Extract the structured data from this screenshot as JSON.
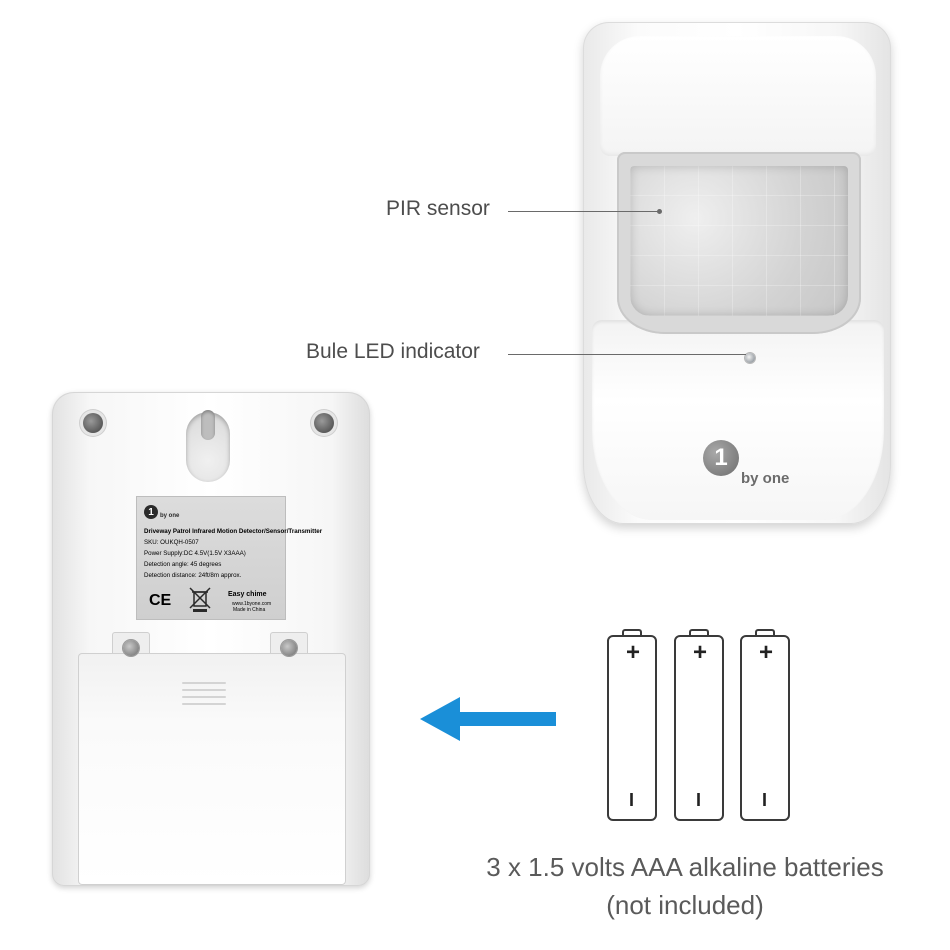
{
  "callouts": {
    "pir_sensor": "PIR sensor",
    "led_indicator": "Bule LED indicator"
  },
  "front_logo": {
    "mark": "1",
    "text": "by one"
  },
  "label_plate": {
    "logo_mark": "1",
    "logo_text": "by one",
    "lines": [
      "Driveway Patrol Infrared Motion Detector/Sensor/Transmitter",
      "SKU: OUKQH-0507",
      "Power Supply:DC 4.5V(1.5V X3AAA)",
      "Detection angle: 45 degrees",
      "Detection distance: 24ft/8m approx."
    ],
    "ce_mark": "CE",
    "brand": "Easy chime",
    "url": "www.1byone.com",
    "made_in": "Made in China"
  },
  "batteries": {
    "count": 3,
    "positive_sign": "+",
    "negative_sign": "I"
  },
  "caption": {
    "line1": "3 x 1.5 volts AAA alkaline batteries",
    "line2": "(not included)"
  },
  "colors": {
    "arrow": "#1a8fd8",
    "text": "#4d4d4d"
  }
}
